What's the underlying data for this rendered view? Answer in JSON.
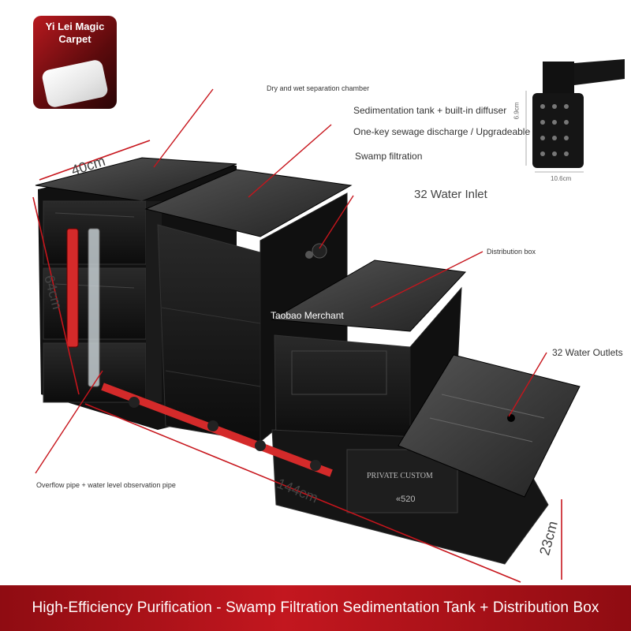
{
  "carpet_badge": {
    "title": "Yi Lei Magic Carpet"
  },
  "callouts": {
    "dry_wet_chamber": "Dry and wet separation chamber",
    "sedimentation": "Sedimentation tank + built-in diffuser",
    "sewage_discharge": "One-key sewage discharge / Upgradeable",
    "swamp_filtration": "Swamp filtration",
    "water_inlet": "32 Water Inlet",
    "distribution_box": "Distribution box",
    "water_outlets": "32 Water Outlets",
    "overflow_pipe": "Overflow pipe + water level observation pipe"
  },
  "dimensions": {
    "width_top": "40cm",
    "height_left": "64cm",
    "length_bottom": "144cm",
    "height_right": "23cm",
    "diffuser_height": "6.9cm",
    "diffuser_width": "10.6cm"
  },
  "box_markings": {
    "brand": "PRIVATE CUSTOM",
    "model": "«520"
  },
  "watermark": "Taobao Merchant",
  "banner": {
    "text": "High-Efficiency Purification - Swamp Filtration Sedimentation Tank + Distribution Box"
  },
  "colors": {
    "banner_red": "#b3141b",
    "pointer_red": "#c7151c",
    "tank_black": "#141414"
  }
}
